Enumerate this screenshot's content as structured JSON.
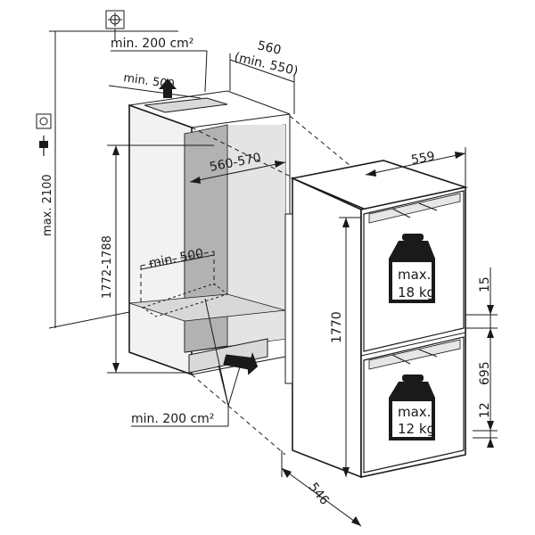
{
  "labels": {
    "ventilation_top": "min. 200 cm²",
    "top_opening_depth": "min. 500",
    "depth_niche": "560",
    "depth_niche_min": "(min. 550)",
    "niche_width": "560-570",
    "niche_height": "1772-1788",
    "max_height": "max. 2100",
    "plinth_depth": "min. 500",
    "ventilation_bottom": "min. 200 cm²",
    "appliance_width": "559",
    "appliance_height": "1770",
    "appliance_depth": "546",
    "gap_top": "15",
    "door_lower": "695",
    "gap_bottom": "12",
    "weight_upper_line1": "max.",
    "weight_upper_line2": "18 kg",
    "weight_lower_line1": "max.",
    "weight_lower_line2": "12 kg"
  },
  "icons": {
    "gas": "gas-symbol-icon",
    "socket": "power-socket-icon",
    "plug": "power-plug-icon",
    "weight_upper": "weight-icon",
    "weight_lower": "weight-icon",
    "vent_up_arrow": "arrow-up-icon",
    "vent_in_arrow": "arrow-icon"
  }
}
